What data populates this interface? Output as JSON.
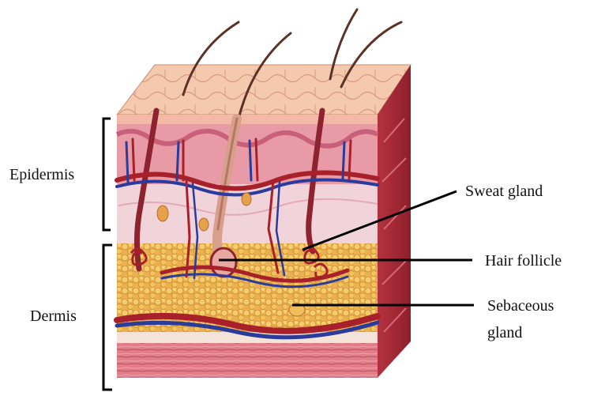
{
  "labels": {
    "epidermis": "Epidermis",
    "dermis": "Dermis",
    "sweat_gland": "Sweat gland",
    "hair_follicle": "Hair follicle",
    "sebaceous_gland_line1": "Sebaceous",
    "sebaceous_gland_line2": "gland"
  },
  "colors": {
    "skin_surface": "#f2c3a6",
    "epidermis": "#e59aa5",
    "dermis": "#f0d2d8",
    "fat": "#e8a84a",
    "muscle": "#d9707f",
    "vessel_red": "#a8202a",
    "vessel_blue": "#2a3b9c",
    "label_text": "#111111",
    "leader_line": "#000000"
  }
}
